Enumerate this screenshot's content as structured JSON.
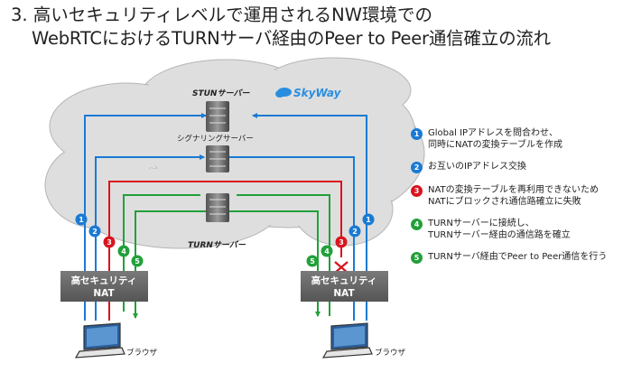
{
  "title": {
    "line1": "3. 高いセキュリティレベルで運用されるNW環境での",
    "line2": "WebRTCにおけるTURNサーバ経由のPeer to Peer通信確立の流れ"
  },
  "diagram": {
    "stun_label": "STUNサーバー",
    "signaling_label": "シグナリングサーバー",
    "turn_label": "TURNサーバー",
    "brand_label": "SkyWay",
    "nat_left": [
      "高セキュリティ",
      "NAT"
    ],
    "nat_right": [
      "高セキュリティ",
      "NAT"
    ],
    "browser_left": "ブラウザ",
    "browser_right": "ブラウザ",
    "step_badges": [
      "1",
      "2",
      "3",
      "4",
      "5"
    ]
  },
  "legend": {
    "items": [
      {
        "num": "1",
        "color": "#1a7ad4",
        "lines": [
          "Global IPアドレスを問合わせ、",
          "同時にNATの変換テーブルを作成"
        ]
      },
      {
        "num": "2",
        "color": "#1a7ad4",
        "lines": [
          "お互いのIPアドレス交換"
        ]
      },
      {
        "num": "3",
        "color": "#d9141e",
        "lines": [
          "NATの変換テーブルを再利用できないため",
          "NATにブロックされ通信路確立に失敗"
        ]
      },
      {
        "num": "4",
        "color": "#22a03a",
        "lines": [
          "TURNサーバーに接続し、",
          "TURNサーバー経由の通信路を確立"
        ]
      },
      {
        "num": "5",
        "color": "#22a03a",
        "lines": [
          "TURNサーバ経由でPeer to Peer通信を行う"
        ]
      }
    ]
  },
  "colors": {
    "blue": "#1a7ad4",
    "red": "#d9141e",
    "green": "#22a03a",
    "nat": "#6e6e6e",
    "cloud": "#dcdcdc"
  }
}
